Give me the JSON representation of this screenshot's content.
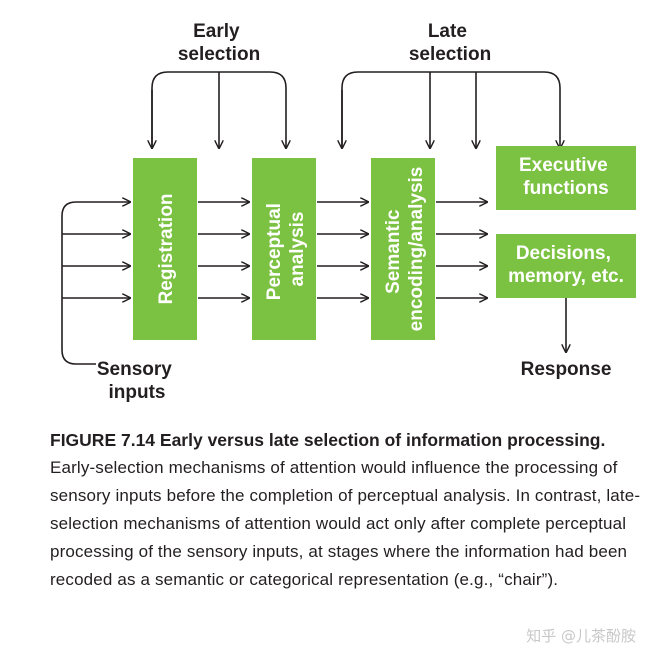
{
  "diagram": {
    "labels": {
      "early_selection": [
        "Early",
        "selection"
      ],
      "late_selection": [
        "Late",
        "selection"
      ],
      "sensory_inputs": [
        "Sensory",
        "inputs"
      ],
      "response": "Response"
    },
    "stages": [
      {
        "id": "registration",
        "lines": [
          "Registration"
        ]
      },
      {
        "id": "perceptual",
        "lines": [
          "Perceptual",
          "analysis"
        ]
      },
      {
        "id": "semantic",
        "lines": [
          "Semantic",
          "encoding/analysis"
        ]
      },
      {
        "id": "executive",
        "lines": [
          "Executive",
          "functions"
        ]
      },
      {
        "id": "decisions",
        "lines": [
          "Decisions,",
          "memory, etc."
        ]
      }
    ],
    "colors": {
      "box": "#7cc242",
      "line": "#231f20"
    }
  },
  "caption": {
    "title": "FIGURE 7.14  Early versus late selection of information processing.",
    "body": "Early-selection mechanisms of attention would influence the processing of sensory inputs before the completion of perceptual analysis. In contrast, late-selection mechanisms of attention would act only after complete perceptual processing of the sensory inputs, at stages where the information had been recoded as a semantic or categorical representation (e.g., “chair”)."
  },
  "watermark": "知乎 @儿茶酚胺"
}
